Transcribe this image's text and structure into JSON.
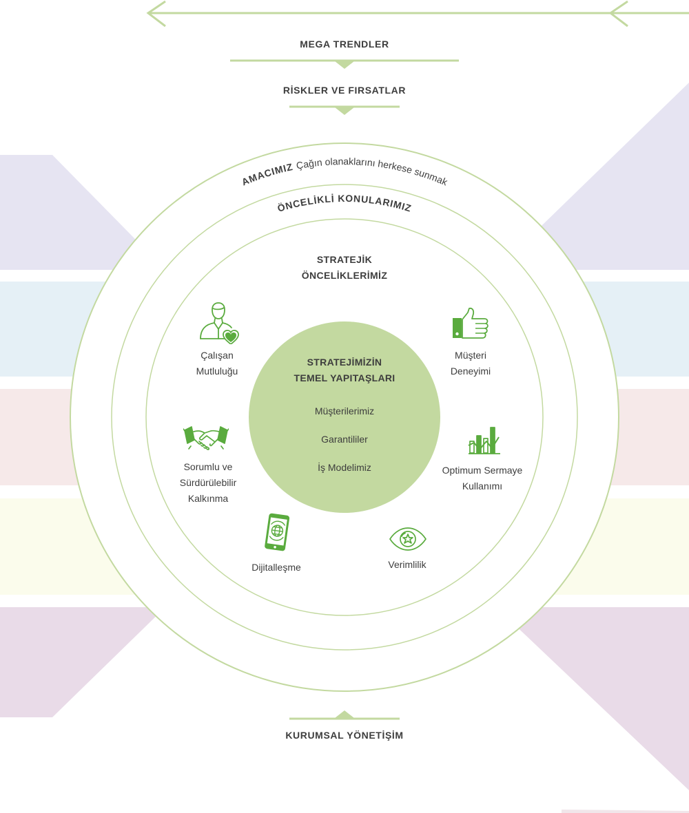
{
  "colors": {
    "green": "#c3d9a0",
    "green_dark": "#5aab3e",
    "band_lavender": "#e6e4f2",
    "band_blue": "#e5f0f6",
    "band_pink": "#f6e9e9",
    "band_yellow": "#fbfcec",
    "band_purple": "#e9dbe8"
  },
  "flow": {
    "mega_trends": "MEGA TRENDLER",
    "risks": "RİSKLER VE FIRSATLAR",
    "governance": "KURUMSAL YÖNETİŞİM"
  },
  "rings": {
    "purpose_label": "AMACIMIZ",
    "purpose_text": "Çağın olanaklarını herkese sunmak",
    "priority_topics": "ÖNCELİKLİ KONULARIMIZ"
  },
  "strategic": {
    "title_line1": "STRATEJİK",
    "title_line2": "ÖNCELİKLERİMİZ",
    "items": [
      {
        "label_lines": [
          "Çalışan",
          "Mutluluğu"
        ],
        "icon": "employee-heart-icon"
      },
      {
        "label_lines": [
          "Müşteri",
          "Deneyimi"
        ],
        "icon": "thumbs-up-icon"
      },
      {
        "label_lines": [
          "Sorumlu ve",
          "Sürdürülebilir",
          "Kalkınma"
        ],
        "icon": "handshake-icon"
      },
      {
        "label_lines": [
          "Optimum Sermaye",
          "Kullanımı"
        ],
        "icon": "bar-chart-icon"
      },
      {
        "label_lines": [
          "Dijitalleşme"
        ],
        "icon": "mobile-globe-icon"
      },
      {
        "label_lines": [
          "Verimlilik"
        ],
        "icon": "eye-star-icon"
      }
    ]
  },
  "core": {
    "title_line1": "STRATEJİMİZİN",
    "title_line2": "TEMEL YAPITAŞLARI",
    "items": [
      "Müşterilerimiz",
      "Garantililer",
      "İş Modelimiz"
    ]
  }
}
